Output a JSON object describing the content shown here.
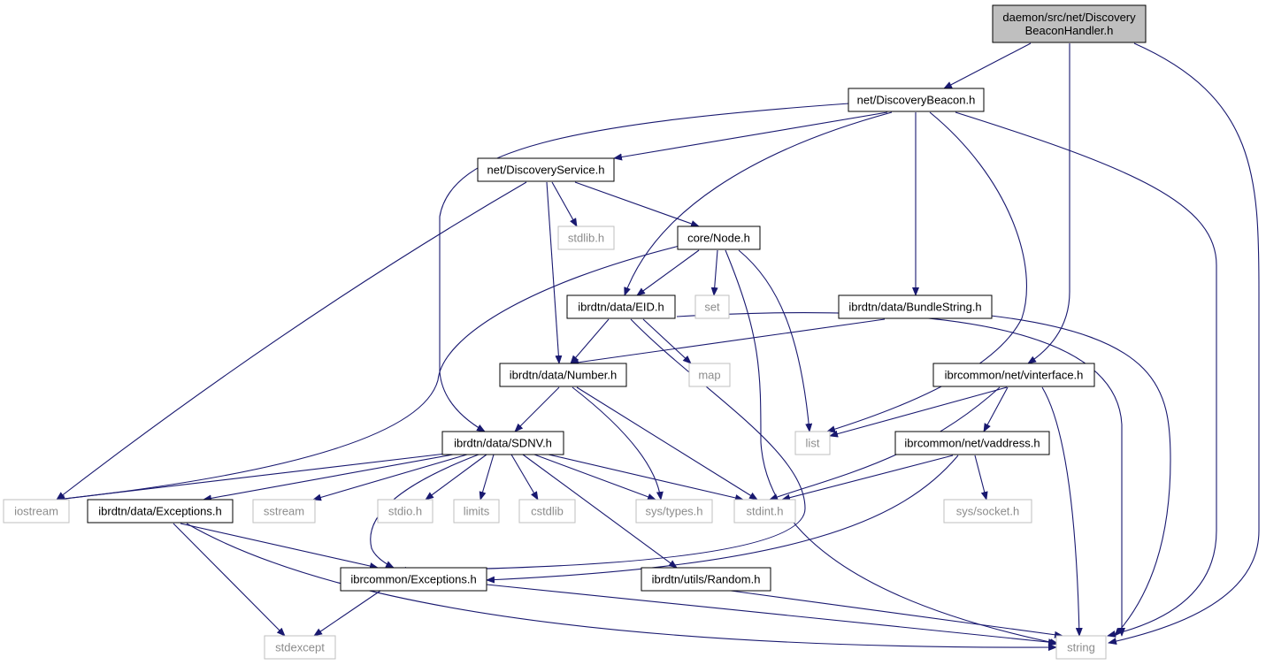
{
  "diagram": {
    "type": "include-dependency-graph",
    "colors": {
      "edge": "#191970",
      "root_fill": "#bfbfbf",
      "internal_border": "#000000",
      "external_border": "#bfbfbf",
      "external_text": "#8c8c8c",
      "text": "#000000"
    },
    "nodes": [
      {
        "id": "root",
        "kind": "root",
        "lines": [
          "daemon/src/net/Discovery",
          "BeaconHandler.h"
        ]
      },
      {
        "id": "discoverybeacon",
        "kind": "internal",
        "lines": [
          "net/DiscoveryBeacon.h"
        ]
      },
      {
        "id": "discoveryservice",
        "kind": "internal",
        "lines": [
          "net/DiscoveryService.h"
        ]
      },
      {
        "id": "stdlib",
        "kind": "external",
        "lines": [
          "stdlib.h"
        ]
      },
      {
        "id": "node",
        "kind": "internal",
        "lines": [
          "core/Node.h"
        ]
      },
      {
        "id": "eid",
        "kind": "internal",
        "lines": [
          "ibrdtn/data/EID.h"
        ]
      },
      {
        "id": "set",
        "kind": "external",
        "lines": [
          "set"
        ]
      },
      {
        "id": "bundlestring",
        "kind": "internal",
        "lines": [
          "ibrdtn/data/BundleString.h"
        ]
      },
      {
        "id": "number",
        "kind": "internal",
        "lines": [
          "ibrdtn/data/Number.h"
        ]
      },
      {
        "id": "map",
        "kind": "external",
        "lines": [
          "map"
        ]
      },
      {
        "id": "vinterface",
        "kind": "internal",
        "lines": [
          "ibrcommon/net/vinterface.h"
        ]
      },
      {
        "id": "sdnv",
        "kind": "internal",
        "lines": [
          "ibrdtn/data/SDNV.h"
        ]
      },
      {
        "id": "list",
        "kind": "external",
        "lines": [
          "list"
        ]
      },
      {
        "id": "vaddress",
        "kind": "internal",
        "lines": [
          "ibrcommon/net/vaddress.h"
        ]
      },
      {
        "id": "iostream",
        "kind": "external",
        "lines": [
          "iostream"
        ]
      },
      {
        "id": "dataexceptions",
        "kind": "internal",
        "lines": [
          "ibrdtn/data/Exceptions.h"
        ]
      },
      {
        "id": "sstream",
        "kind": "external",
        "lines": [
          "sstream"
        ]
      },
      {
        "id": "stdio",
        "kind": "external",
        "lines": [
          "stdio.h"
        ]
      },
      {
        "id": "limits",
        "kind": "external",
        "lines": [
          "limits"
        ]
      },
      {
        "id": "cstdlib",
        "kind": "external",
        "lines": [
          "cstdlib"
        ]
      },
      {
        "id": "systypes",
        "kind": "external",
        "lines": [
          "sys/types.h"
        ]
      },
      {
        "id": "stdint",
        "kind": "external",
        "lines": [
          "stdint.h"
        ]
      },
      {
        "id": "syssocket",
        "kind": "external",
        "lines": [
          "sys/socket.h"
        ]
      },
      {
        "id": "commonexceptions",
        "kind": "internal",
        "lines": [
          "ibrcommon/Exceptions.h"
        ]
      },
      {
        "id": "random",
        "kind": "internal",
        "lines": [
          "ibrdtn/utils/Random.h"
        ]
      },
      {
        "id": "stdexcept",
        "kind": "external",
        "lines": [
          "stdexcept"
        ]
      },
      {
        "id": "string",
        "kind": "external",
        "lines": [
          "string"
        ]
      }
    ],
    "edges": [
      {
        "from": "root",
        "to": "discoverybeacon"
      },
      {
        "from": "root",
        "to": "vinterface"
      },
      {
        "from": "root",
        "to": "string"
      },
      {
        "from": "discoverybeacon",
        "to": "discoveryservice"
      },
      {
        "from": "discoverybeacon",
        "to": "sdnv"
      },
      {
        "from": "discoverybeacon",
        "to": "eid"
      },
      {
        "from": "discoverybeacon",
        "to": "bundlestring"
      },
      {
        "from": "discoverybeacon",
        "to": "list"
      },
      {
        "from": "discoverybeacon",
        "to": "string"
      },
      {
        "from": "discoveryservice",
        "to": "iostream"
      },
      {
        "from": "discoveryservice",
        "to": "stdlib"
      },
      {
        "from": "discoveryservice",
        "to": "node"
      },
      {
        "from": "discoveryservice",
        "to": "number"
      },
      {
        "from": "node",
        "to": "iostream"
      },
      {
        "from": "node",
        "to": "eid"
      },
      {
        "from": "node",
        "to": "set"
      },
      {
        "from": "node",
        "to": "list"
      },
      {
        "from": "node",
        "to": "string"
      },
      {
        "from": "eid",
        "to": "number"
      },
      {
        "from": "eid",
        "to": "map"
      },
      {
        "from": "eid",
        "to": "commonexceptions"
      },
      {
        "from": "eid",
        "to": "string"
      },
      {
        "from": "bundlestring",
        "to": "number"
      },
      {
        "from": "bundlestring",
        "to": "string"
      },
      {
        "from": "number",
        "to": "sdnv"
      },
      {
        "from": "number",
        "to": "systypes"
      },
      {
        "from": "number",
        "to": "stdint"
      },
      {
        "from": "vinterface",
        "to": "list"
      },
      {
        "from": "vinterface",
        "to": "vaddress"
      },
      {
        "from": "vinterface",
        "to": "stdint"
      },
      {
        "from": "vinterface",
        "to": "string"
      },
      {
        "from": "vaddress",
        "to": "stdint"
      },
      {
        "from": "vaddress",
        "to": "syssocket"
      },
      {
        "from": "vaddress",
        "to": "commonexceptions"
      },
      {
        "from": "sdnv",
        "to": "iostream"
      },
      {
        "from": "sdnv",
        "to": "dataexceptions"
      },
      {
        "from": "sdnv",
        "to": "sstream"
      },
      {
        "from": "sdnv",
        "to": "stdio"
      },
      {
        "from": "sdnv",
        "to": "limits"
      },
      {
        "from": "sdnv",
        "to": "cstdlib"
      },
      {
        "from": "sdnv",
        "to": "systypes"
      },
      {
        "from": "sdnv",
        "to": "stdint"
      },
      {
        "from": "sdnv",
        "to": "commonexceptions"
      },
      {
        "from": "sdnv",
        "to": "random"
      },
      {
        "from": "dataexceptions",
        "to": "commonexceptions"
      },
      {
        "from": "dataexceptions",
        "to": "stdexcept"
      },
      {
        "from": "dataexceptions",
        "to": "string"
      },
      {
        "from": "commonexceptions",
        "to": "stdexcept"
      },
      {
        "from": "commonexceptions",
        "to": "string"
      },
      {
        "from": "random",
        "to": "string"
      }
    ]
  }
}
